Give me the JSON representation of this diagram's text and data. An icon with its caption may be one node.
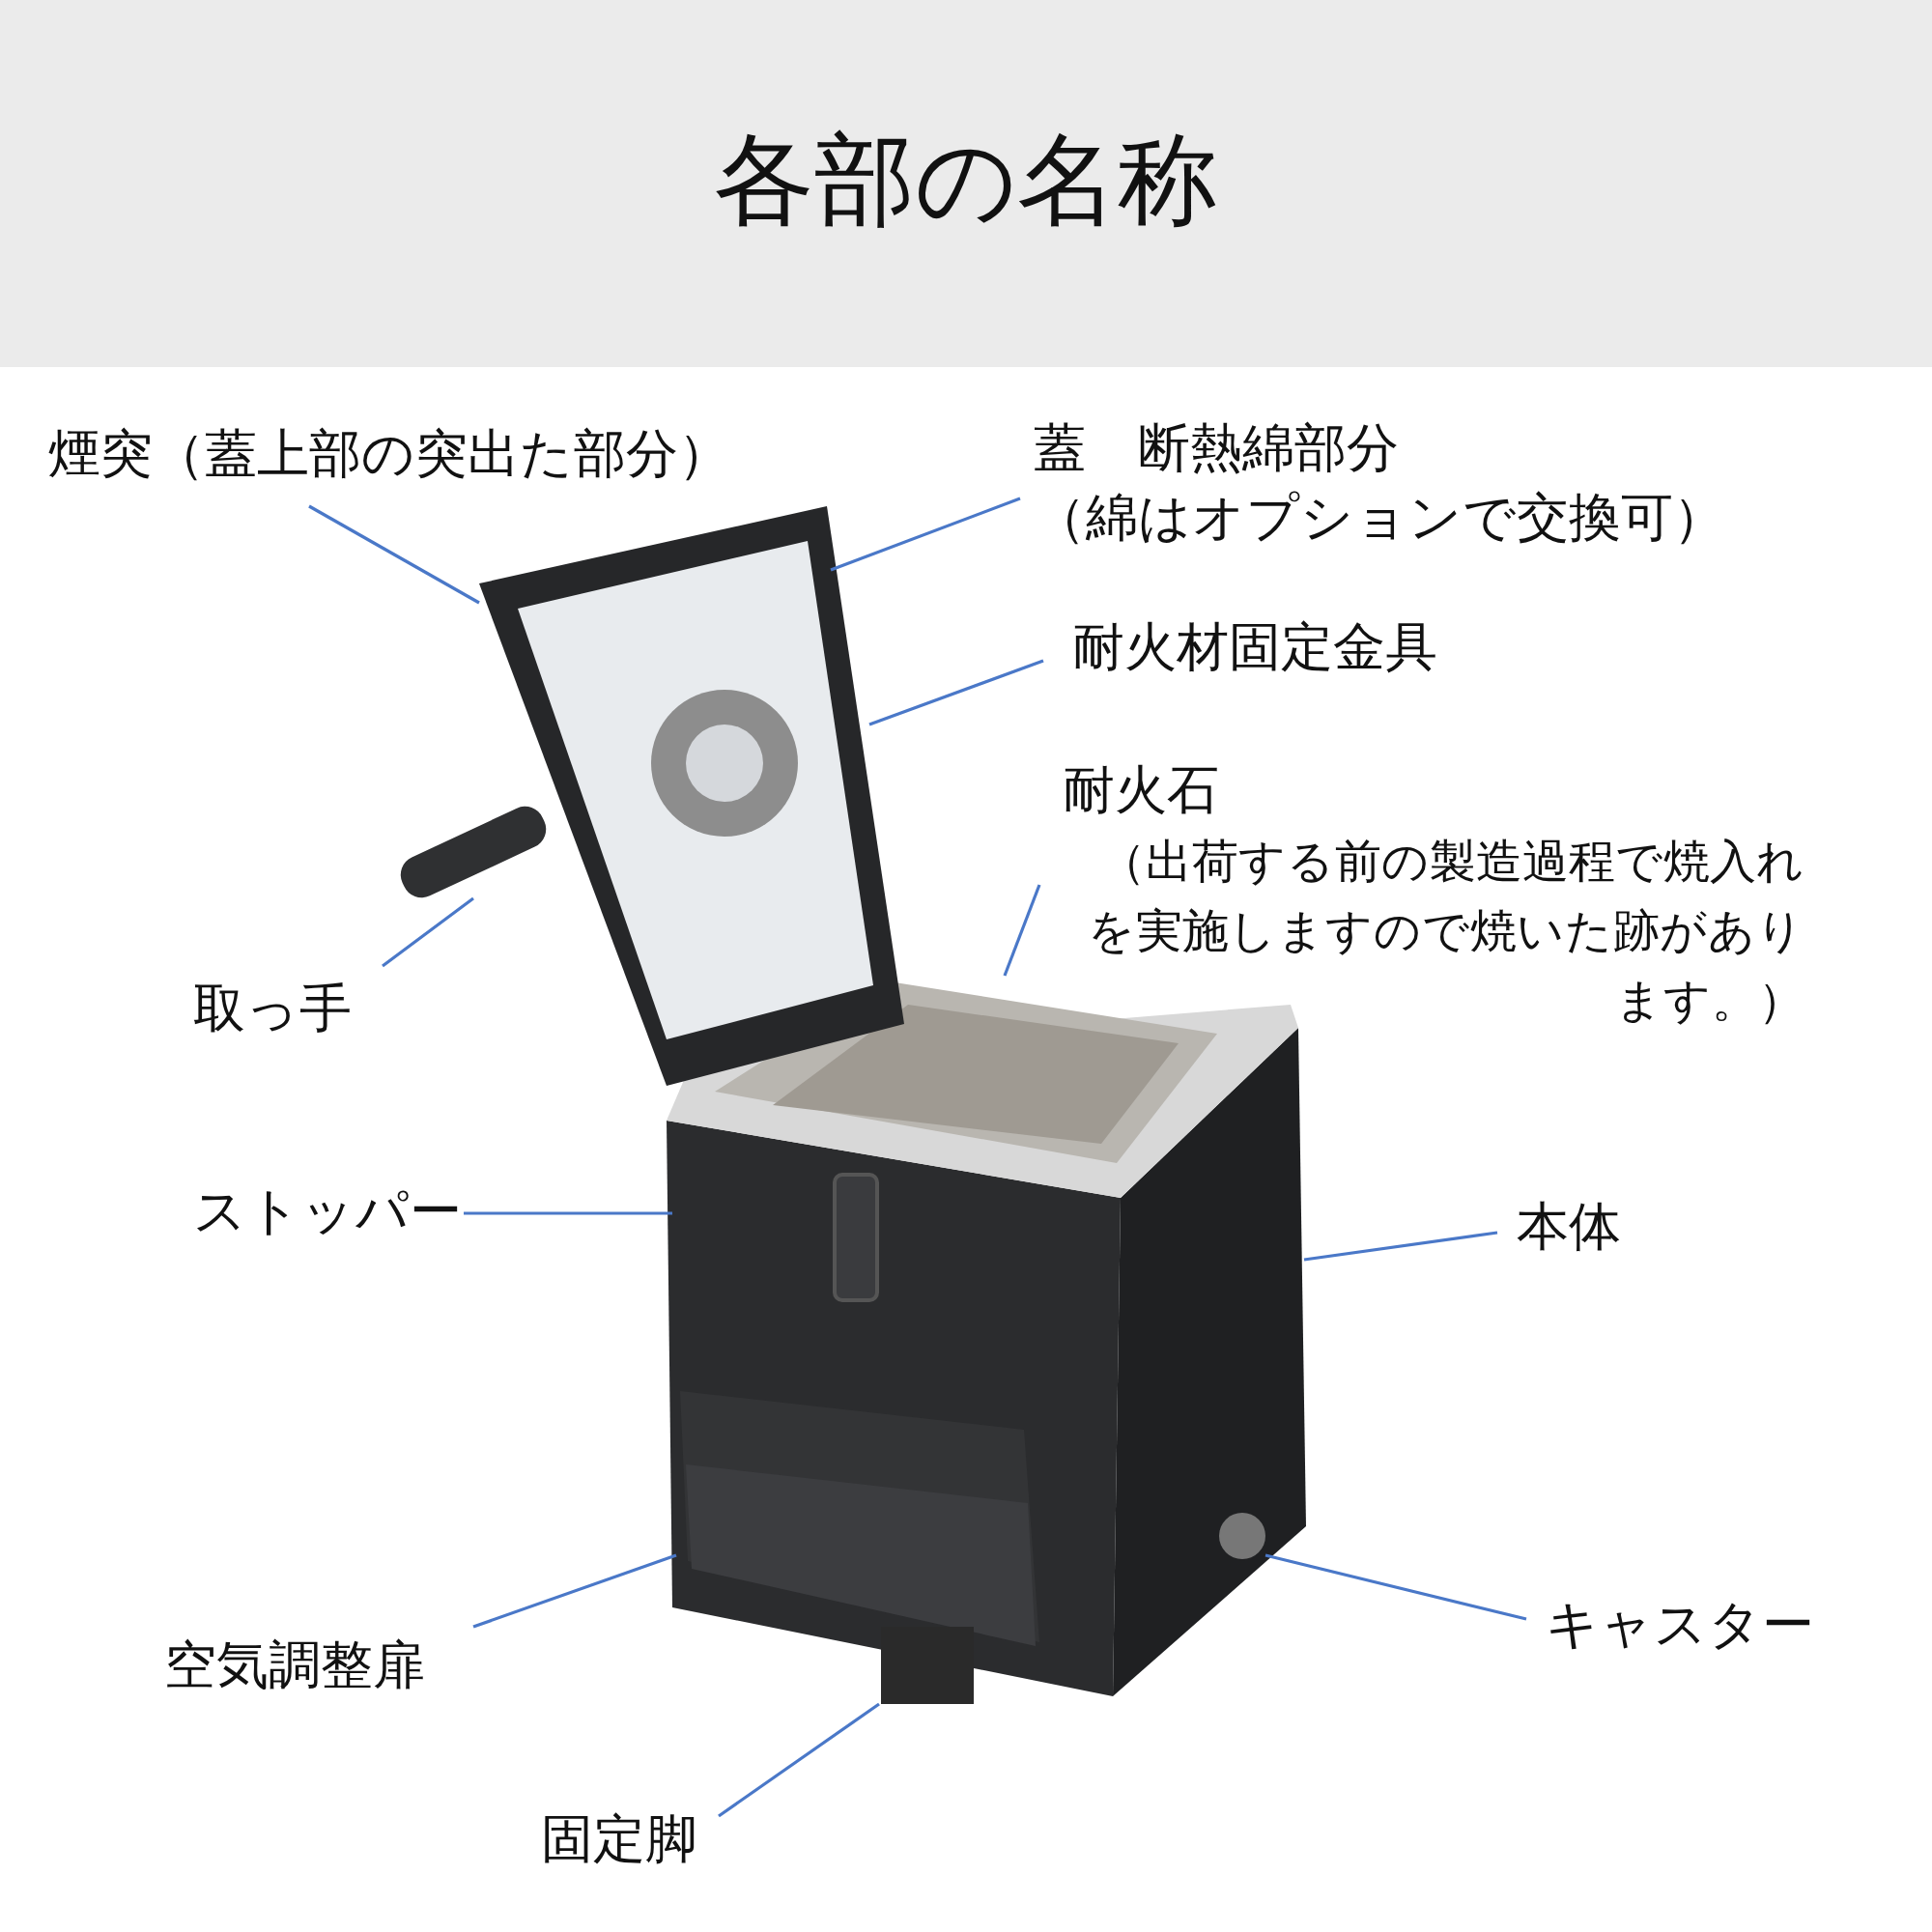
{
  "diagram": {
    "title": "各部の名称",
    "nodes": [
      {
        "text": [
          "煙突（蓋上部の突出た部分）"
        ]
      },
      {
        "text": [
          "蓋　断熱綿部分",
          "（綿はオプションで交換可）"
        ]
      },
      {
        "text": [
          "耐火材固定金具"
        ]
      },
      {
        "text": [
          "耐火石",
          "（出荷する前の製造過程で焼入れを実施しますので焼いた跡があります。）"
        ]
      },
      {
        "text": [
          "取っ手"
        ]
      },
      {
        "text": [
          "ストッパー"
        ]
      },
      {
        "text": [
          "本体"
        ]
      },
      {
        "text": [
          "空気調整扉"
        ]
      },
      {
        "text": [
          "キャスター"
        ]
      },
      {
        "text": [
          "固定脚"
        ]
      }
    ],
    "edges": [
      {
        "from": 0,
        "to": null,
        "arrow": "none"
      },
      {
        "from": 1,
        "to": null,
        "arrow": "none"
      },
      {
        "from": 2,
        "to": null,
        "arrow": "none"
      },
      {
        "from": 3,
        "to": null,
        "arrow": "none"
      },
      {
        "from": 4,
        "to": null,
        "arrow": "none"
      },
      {
        "from": 5,
        "to": null,
        "arrow": "none"
      },
      {
        "from": 6,
        "to": null,
        "arrow": "none"
      },
      {
        "from": 7,
        "to": null,
        "arrow": "none"
      },
      {
        "from": 8,
        "to": null,
        "arrow": "none"
      },
      {
        "from": 9,
        "to": null,
        "arrow": "none"
      }
    ]
  }
}
